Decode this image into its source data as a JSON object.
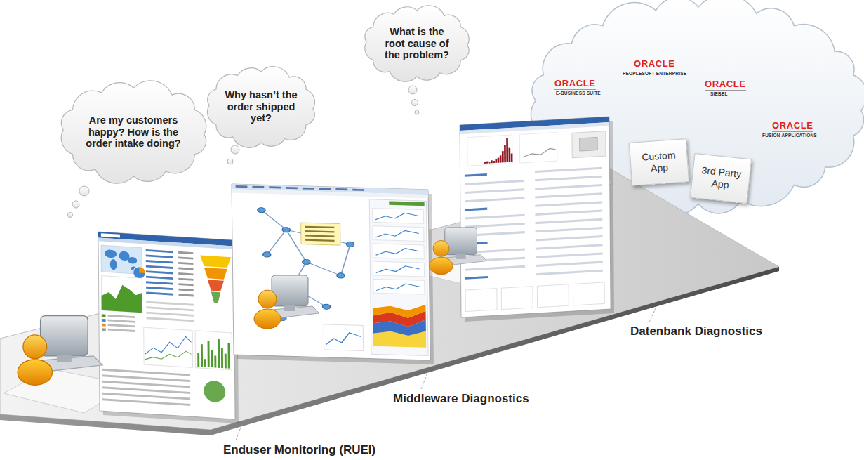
{
  "diagram": {
    "nodes": [
      {
        "text": [
          "Are my customers happy? How is the order intake doing?"
        ]
      },
      {
        "text": [
          "Why hasn’t the order shipped yet?"
        ]
      },
      {
        "text": [
          "What is the root cause of the problem?"
        ]
      },
      {
        "text": [
          "Custom App"
        ]
      },
      {
        "text": [
          "3rd Party App"
        ]
      }
    ],
    "labels": [
      "ORACLE",
      "E-BUSINESS SUITE",
      "ORACLE",
      "PEOPLESOFT ENTERPRISE",
      "ORACLE",
      "SIEBEL",
      "ORACLE",
      "FUSION APPLICATIONS",
      "Datenbank Diagnostics",
      "Middleware Diagnostics",
      "Enduser Monitoring (RUEI)"
    ]
  }
}
